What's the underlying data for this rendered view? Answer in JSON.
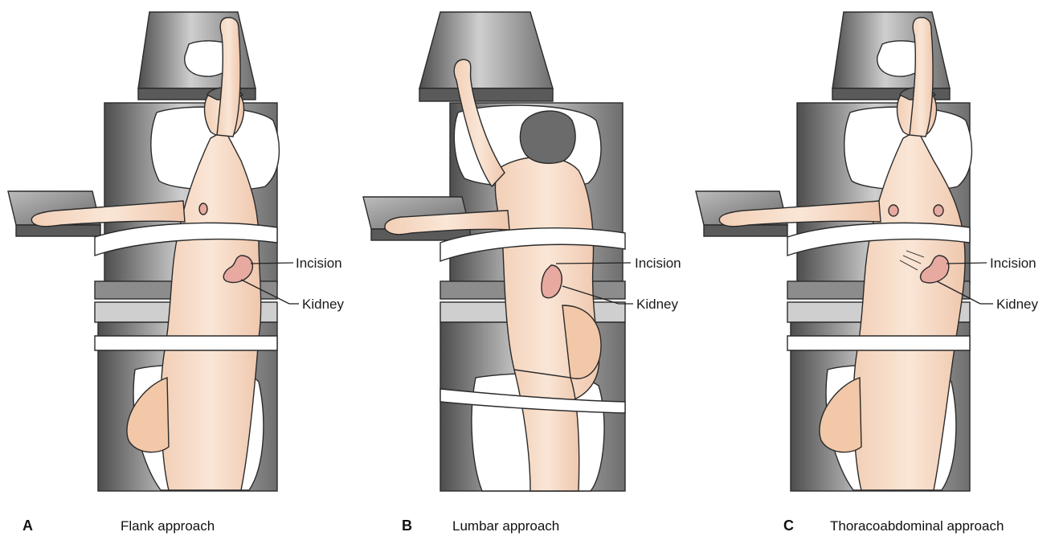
{
  "panels": [
    {
      "letter": "A",
      "title": "Flank approach",
      "labels": {
        "incision": "Incision",
        "kidney": "Kidney"
      }
    },
    {
      "letter": "B",
      "title": "Lumbar approach",
      "labels": {
        "incision": "Incision",
        "kidney": "Kidney"
      }
    },
    {
      "letter": "C",
      "title": "Thoracoabdominal approach",
      "labels": {
        "incision": "Incision",
        "kidney": "Kidney"
      }
    }
  ],
  "colors": {
    "table_dark": "#5a5a5a",
    "table_light": "#bdbdbd",
    "skin": "#f6dcc8",
    "kidney": "#e7a9a0",
    "hair": "#6b6b6b",
    "strap": "#ffffff",
    "pillow": "#ffffff"
  }
}
